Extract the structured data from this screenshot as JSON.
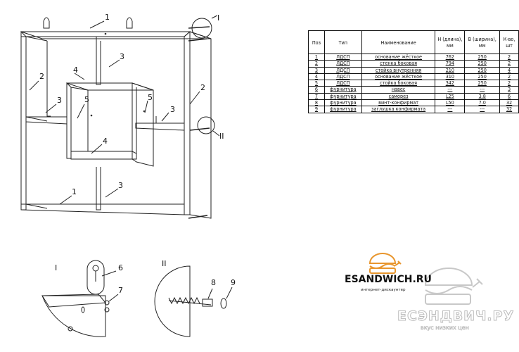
{
  "callouts": {
    "top_base": "1",
    "bottom_base": "1",
    "left_wall": "2",
    "right_wall": "2",
    "inner_post_top": "3",
    "inner_post_left": "3",
    "inner_post_right": "3",
    "inner_post_bottom": "3",
    "small_base_top": "4",
    "small_base_bottom": "4",
    "side_post_left": "5",
    "side_post_right": "5",
    "detail_ref_1": "I",
    "detail_ref_2": "II"
  },
  "details": {
    "detail_1": {
      "title": "I",
      "parts": [
        "6",
        "7"
      ]
    },
    "detail_2": {
      "title": "II",
      "parts": [
        "8",
        "9"
      ]
    }
  },
  "spec_table": {
    "headers": [
      "Поз",
      "Тип",
      "Наименование",
      "H (длина), мм",
      "B (ширина), мм",
      "К-во, шт"
    ],
    "rows": [
      [
        "1",
        "ЛДСП",
        "основание жёсткое",
        "762",
        "250",
        "2"
      ],
      [
        "2",
        "ЛДСП",
        "стенка боковая",
        "794",
        "250",
        "2"
      ],
      [
        "3",
        "ЛДСП",
        "стойка внутренняя",
        "210",
        "250",
        "4"
      ],
      [
        "4",
        "ЛДСП",
        "основание жёсткое",
        "310",
        "250",
        "2"
      ],
      [
        "5",
        "ЛДСП",
        "стойка боковая",
        "342",
        "250",
        "2"
      ],
      [
        "6",
        "фурнитура",
        "навес",
        "---",
        "---",
        "3"
      ],
      [
        "7",
        "фурнитура",
        "саморез",
        "L25",
        "3.8",
        "6"
      ],
      [
        "8",
        "фурнитура",
        "винт-конфирмат",
        "L50",
        "7.0",
        "32"
      ],
      [
        "9",
        "фурнитура",
        "заглушка конфирмата",
        "---",
        "---",
        "32"
      ]
    ]
  },
  "logo": {
    "name": "ESANDWICH.RU",
    "tagline": "интернет-дискаунтер",
    "accent": "#e8962e"
  },
  "watermark": {
    "name": "ЕСЭНДВИЧ.РУ",
    "tagline": "вкус низких цен"
  }
}
